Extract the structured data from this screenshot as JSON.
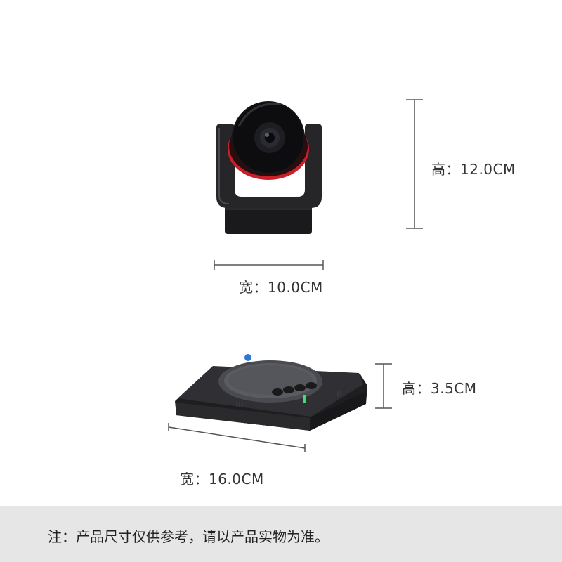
{
  "camera": {
    "height_label": "高：12.0CM",
    "width_label": "宽：10.0CM"
  },
  "speaker": {
    "height_label": "高：3.5CM",
    "width_label": "宽：16.0CM"
  },
  "footer": {
    "note": "注：产品尺寸仅供参考，请以产品实物为准。"
  },
  "colors": {
    "background": "#ffffff",
    "footer_band": "#e6e6e6",
    "camera_accent_red": "#c8202a",
    "status_led_green": "#39e36b",
    "device_body": "#1f1f21"
  }
}
